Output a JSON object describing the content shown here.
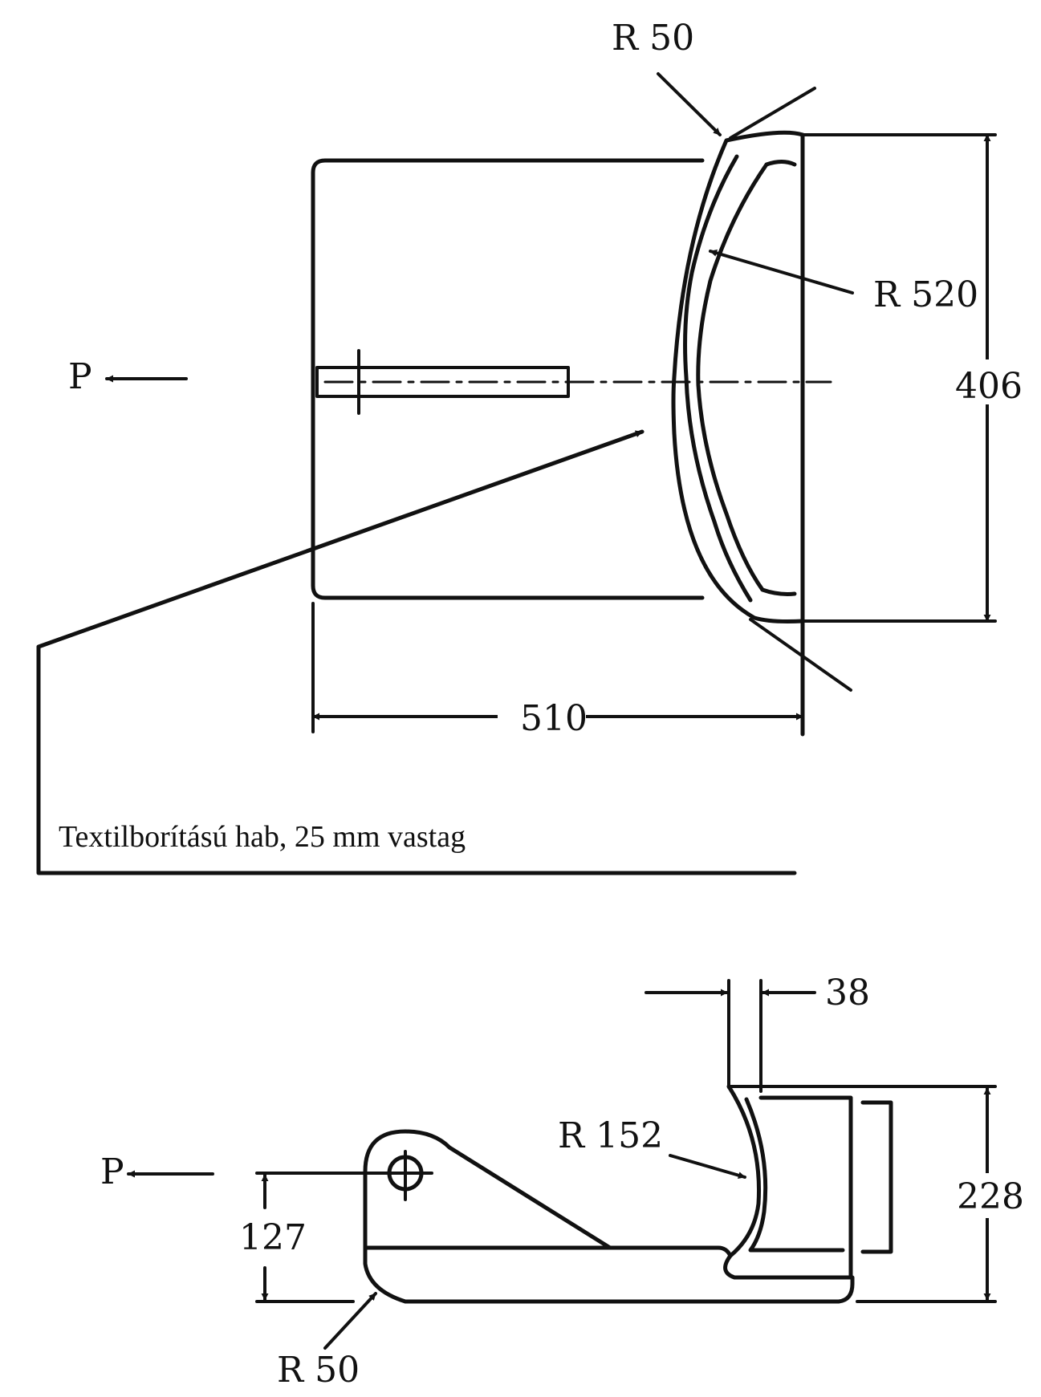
{
  "top_view": {
    "radius_corner": "R 50",
    "radius_back": "R 520",
    "force_label": "P",
    "height_dim": "406",
    "width_dim": "510",
    "caption": "Textilborítású hab, 25 mm vastag"
  },
  "side_view": {
    "thickness_dim": "38",
    "radius_back": "R 152",
    "force_label": "P",
    "pivot_height_dim": "127",
    "total_height_dim": "228",
    "radius_corner": "R 50"
  }
}
